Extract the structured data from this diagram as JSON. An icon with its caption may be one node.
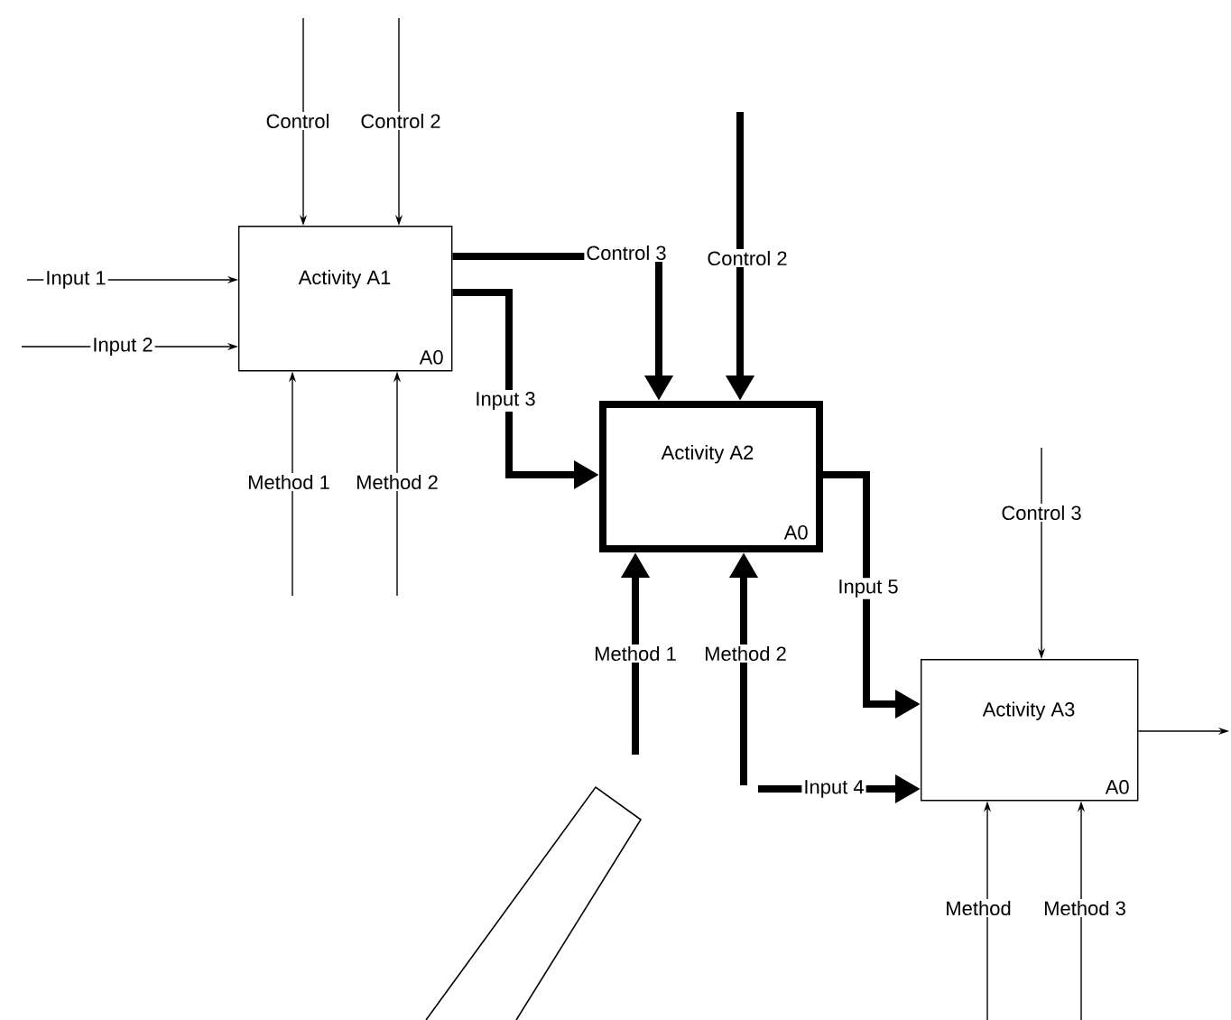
{
  "diagram": {
    "nodes": [
      {
        "text": [
          "Activity A1",
          "A0"
        ]
      },
      {
        "text": [
          "Activity A2",
          "A0"
        ]
      },
      {
        "text": [
          "Activity A3",
          "A0"
        ]
      }
    ],
    "edges": [
      {
        "from": null,
        "to": 0,
        "arrow": "to",
        "label": "Input 1"
      },
      {
        "from": null,
        "to": 0,
        "arrow": "to",
        "label": "Input 2"
      },
      {
        "from": null,
        "to": 0,
        "arrow": "to",
        "label": "Control"
      },
      {
        "from": null,
        "to": 0,
        "arrow": "to",
        "label": "Control 2"
      },
      {
        "from": null,
        "to": 0,
        "arrow": "to",
        "label": "Method 1"
      },
      {
        "from": null,
        "to": 0,
        "arrow": "to",
        "label": "Method 2"
      },
      {
        "from": 0,
        "to": 1,
        "arrow": "to",
        "label": "Control 3",
        "style": "thick"
      },
      {
        "from": 0,
        "to": 1,
        "arrow": "to",
        "label": "Input 3",
        "style": "thick"
      },
      {
        "from": null,
        "to": 1,
        "arrow": "to",
        "label": "Control 2",
        "style": "thick"
      },
      {
        "from": null,
        "to": 1,
        "arrow": "to",
        "label": "Method 1",
        "style": "thick"
      },
      {
        "from": null,
        "to": 1,
        "arrow": "to",
        "label": "Method 2",
        "style": "thick"
      },
      {
        "from": 1,
        "to": 2,
        "arrow": "to",
        "label": "Input 5",
        "style": "thick"
      },
      {
        "from": null,
        "to": 2,
        "arrow": "to",
        "label": "Control 3"
      },
      {
        "from": null,
        "to": 2,
        "arrow": "to",
        "label": "Input 4",
        "style": "thick"
      },
      {
        "from": null,
        "to": 2,
        "arrow": "to",
        "label": "Method"
      },
      {
        "from": null,
        "to": 2,
        "arrow": "to",
        "label": "Method 3"
      },
      {
        "from": 2,
        "to": null,
        "arrow": "to"
      }
    ]
  }
}
